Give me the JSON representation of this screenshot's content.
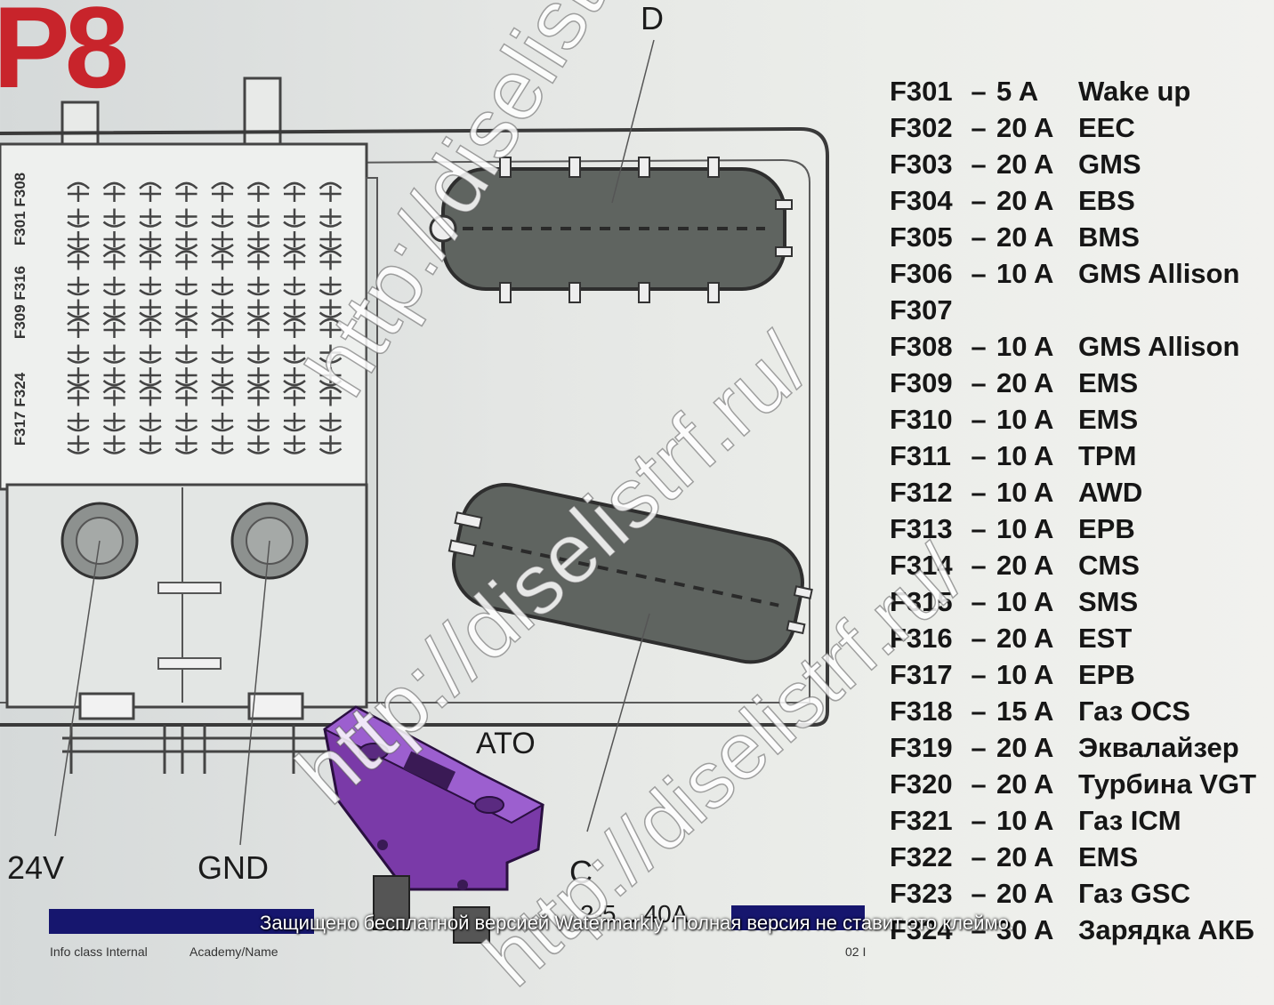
{
  "title": "P8",
  "connectors": {
    "upper": "D",
    "lower": "C"
  },
  "studs": {
    "left": "24V",
    "right": "GND"
  },
  "fuse_groups": [
    {
      "from": "F301",
      "to": "F308"
    },
    {
      "from": "F309",
      "to": "F316"
    },
    {
      "from": "F317",
      "to": "F324"
    }
  ],
  "ato_label": "ATO",
  "ato_sub": "2-5... 40A",
  "fuses": [
    {
      "id": "F301",
      "amp": "5 A",
      "fn": "Wake up"
    },
    {
      "id": "F302",
      "amp": "20 A",
      "fn": "EEC"
    },
    {
      "id": "F303",
      "amp": "20 A",
      "fn": "GMS"
    },
    {
      "id": "F304",
      "amp": "20 A",
      "fn": "EBS"
    },
    {
      "id": "F305",
      "amp": "20 A",
      "fn": "BMS"
    },
    {
      "id": "F306",
      "amp": "10 A",
      "fn": "GMS Allison"
    },
    {
      "id": "F307",
      "amp": "",
      "fn": ""
    },
    {
      "id": "F308",
      "amp": "10 A",
      "fn": "GMS Allison"
    },
    {
      "id": "F309",
      "amp": "20 A",
      "fn": "EMS"
    },
    {
      "id": "F310",
      "amp": "10 A",
      "fn": "EMS"
    },
    {
      "id": "F311",
      "amp": "10 A",
      "fn": "TPM"
    },
    {
      "id": "F312",
      "amp": "10 A",
      "fn": "AWD"
    },
    {
      "id": "F313",
      "amp": "10 A",
      "fn": "EPB"
    },
    {
      "id": "F314",
      "amp": "20 A",
      "fn": "CMS"
    },
    {
      "id": "F315",
      "amp": "10 A",
      "fn": "SMS"
    },
    {
      "id": "F316",
      "amp": "20 A",
      "fn": "EST"
    },
    {
      "id": "F317",
      "amp": "10 A",
      "fn": "EPB"
    },
    {
      "id": "F318",
      "amp": "15 A",
      "fn": "Газ OCS"
    },
    {
      "id": "F319",
      "amp": "20 A",
      "fn": "Эквалайзер"
    },
    {
      "id": "F320",
      "amp": "20 A",
      "fn": "Турбина VGT"
    },
    {
      "id": "F321",
      "amp": "10 A",
      "fn": "Газ ICM"
    },
    {
      "id": "F322",
      "amp": "20 A",
      "fn": "EMS"
    },
    {
      "id": "F323",
      "amp": "20 A",
      "fn": "Газ  GSC"
    },
    {
      "id": "F324",
      "amp": "30 A",
      "fn": "Зарядка АКБ"
    }
  ],
  "watermark": {
    "url_1": "http://diselistrf.ru/",
    "url_2": "http://diselistrf.ru/",
    "url_3": "http://diselistrf.ru/",
    "banner": "Защищено бесплатной версией Watermarkly. Полная версия не ставит это клеймо."
  },
  "footer": {
    "info_class": "Info class Internal",
    "academy": "Academy/Name",
    "page": "02 I"
  },
  "colors": {
    "title": "#c8242b",
    "fuse_body": "#7a3aa8",
    "connector": "#5f6460",
    "footer_bar": "#16166e"
  }
}
